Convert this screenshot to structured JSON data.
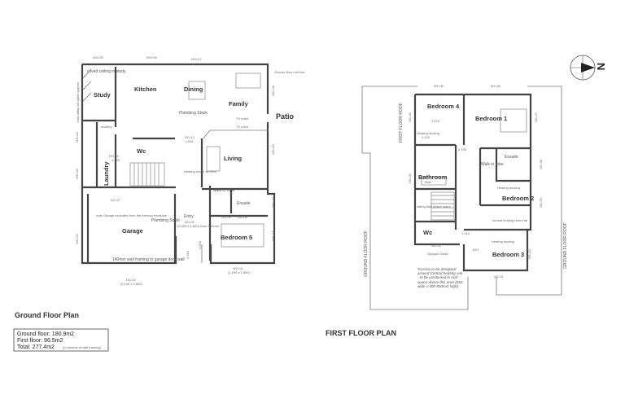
{
  "ground_floor": {
    "title": "Ground Floor Plan",
    "rooms": {
      "study": "Study",
      "kitchen": "Kitchen",
      "dining": "Dining",
      "family": "Family",
      "living": "Living",
      "scullery": "scullery",
      "wc": "Wc",
      "laundry": "Laundry",
      "garage": "Garage",
      "walk_in_robe": "walk in robe",
      "ensuite": "Ensuite",
      "entry": "Entry",
      "bedroom5": "Bedroom 5",
      "patio": "Patio"
    },
    "notes": {
      "coved": "coved ceiling in study",
      "plumbing1": "Plumbing Stack",
      "plumbing2": "Plumbing Stack",
      "tv1": "TV point",
      "tv2": "TV point",
      "heating": "Heating return air vent",
      "garage_note": "note Garage excluded from the thermal envelope",
      "wall_framing": "140mm wall framing to garage door wall",
      "roof_line": "Ground floor roof line",
      "gas": "Gas utility hot water system"
    },
    "windows": {
      "wg05": "WG-05",
      "wg06": "WG-06",
      "wg07": "WG-07",
      "wg08": "WG-08",
      "wg09": "WG-09",
      "wg10": "WG-10",
      "wg11": "WG-11",
      "wg01": "WG-01",
      "wg02": "WG-02",
      "wg03": "WG-03",
      "wg04": "WG-04",
      "dg02": "DG-02",
      "dg02s": "(2,140 x 4,840)",
      "dg17": "DG-17",
      "dg16": "DG-16",
      "dg12": "DG-12",
      "dg01": "DG-01",
      "dg01s": "(2,000 x 1,820) Door 960mm",
      "dg05": "DG-05",
      "dg04": "DG-04",
      "wg01s": "(1,200 x 1,800)"
    },
    "dims": {
      "d1": "2,910",
      "d2": "1,820",
      "d3": "1,520",
      "d4": "1,220"
    }
  },
  "first_floor": {
    "title": "FIRST FLOOR PLAN",
    "rooms": {
      "bedroom4": "Bedroom 4",
      "bedroom1": "Bedroom 1",
      "bathroom": "Bathroom",
      "walk_in_robe": "Walk in robe",
      "ensuite": "Ensuite",
      "bedroom2": "Bedroom 2",
      "bedroom3": "Bedroom 3",
      "wc": "Wc"
    },
    "notes": {
      "ff_roof": "FIRST FLOOR ROOF",
      "gf_roof_left": "GROUND FLOOR ROOF",
      "gf_roof_right": "GROUND FLOOR ROOF",
      "heating1": "Heating ducting",
      "heating2": "Heating ducting",
      "heating3": "Heating ducting",
      "central": "central heating return air",
      "railing": "railing wall centre stairs",
      "trusses": "Trusses to be designed around Central heating unit - to be positioned in roof space above this area (850 wide x 400 800mm high)",
      "opaque": "Opaque Glass",
      "bath": "bath"
    },
    "windows": {
      "w105": "W1-05",
      "w106": "W1-06",
      "w104": "W1-04",
      "w107": "W1-07",
      "w103": "W1-03",
      "w108": "W1-08",
      "w109": "W1-09",
      "w102": "W1-02",
      "w110": "W1-10",
      "w101": "W1-01"
    },
    "dims": {
      "d1": "1,670",
      "d2": "2,190",
      "d3": "1,310",
      "d4": "1,220",
      "d5": "810"
    }
  },
  "areas": {
    "ground": "Ground floor: 180.9m2",
    "first": "First floor:  96.5m2",
    "total": "Total: 277.4m2",
    "note": "(to outside of wall framing)"
  },
  "compass": {
    "label": "N",
    "icon": "north-arrow-icon"
  }
}
